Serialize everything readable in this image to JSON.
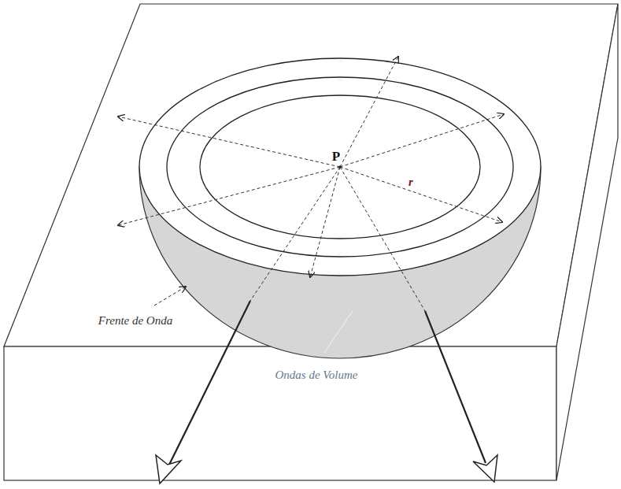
{
  "diagram": {
    "labels": [
      "P",
      "r",
      "Frente de Onda",
      "Ondas de Volume"
    ]
  }
}
